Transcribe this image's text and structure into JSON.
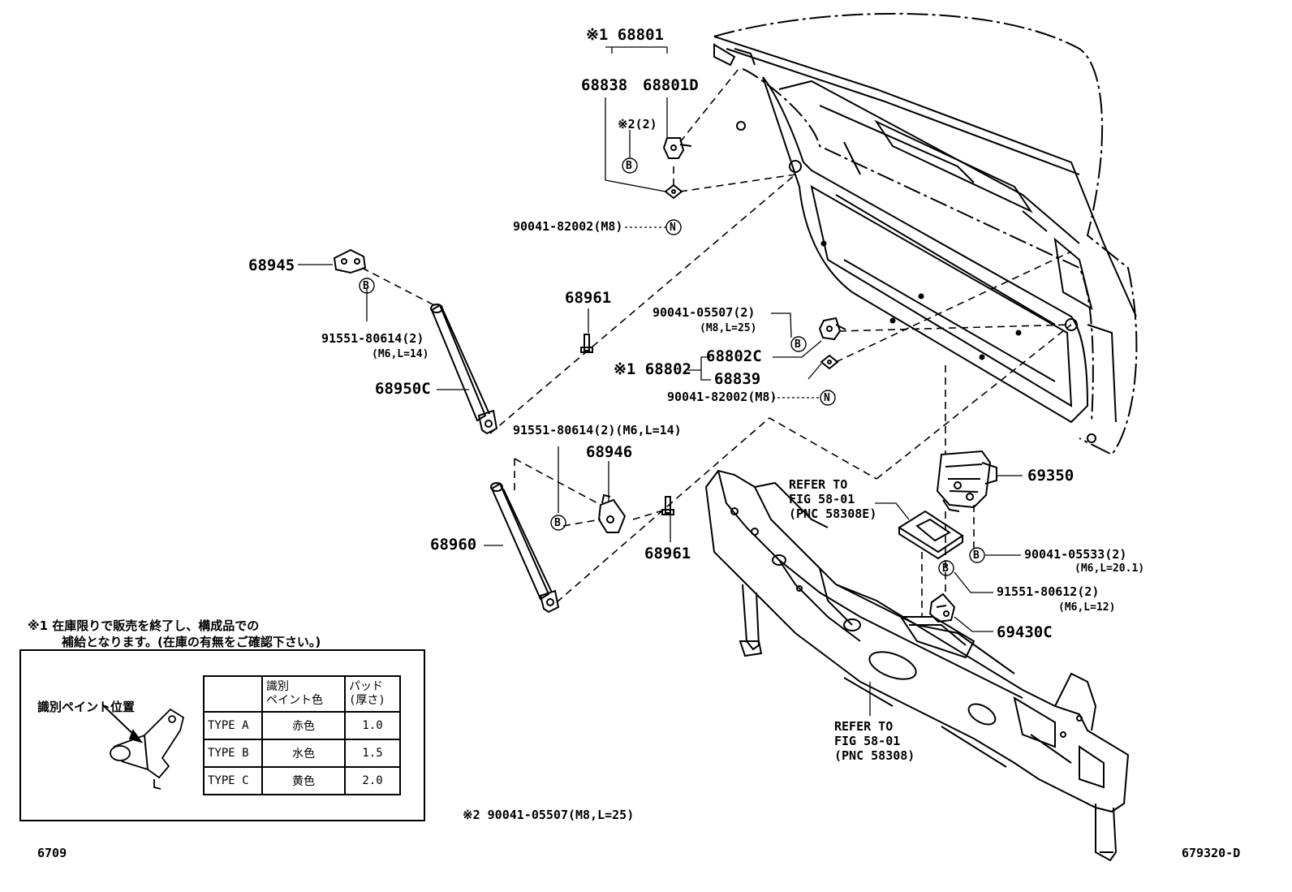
{
  "parts": {
    "p68801": "※1 68801",
    "p68838": "68838",
    "p68801d": "68801D",
    "note2_qty": "※2(2)",
    "p90041_82002_top": "90041-82002(M8)",
    "p68945": "68945",
    "p91551_80614_a": "91551-80614(2)",
    "p91551_80614_a_spec": "(M6,L=14)",
    "p68950c": "68950C",
    "p68961_top": "68961",
    "p90041_05507": "90041-05507(2)",
    "p90041_05507_spec": "(M8,L=25)",
    "p68802": "※1 68802",
    "p68802c": "68802C",
    "p68839": "68839",
    "p90041_82002_mid": "90041-82002(M8)",
    "p91551_80614_b": "91551-80614(2)(M6,L=14)",
    "p68946": "68946",
    "p68960": "68960",
    "p68961_bottom": "68961",
    "p69350": "69350",
    "p90041_05533": "90041-05533(2)",
    "p90041_05533_spec": "(M6,L=20.1)",
    "p91551_80612": "91551-80612(2)",
    "p91551_80612_spec": "(M6,L=12)",
    "p69430c": "69430C"
  },
  "refs": {
    "ref1_l1": "REFER TO",
    "ref1_l2": "FIG 58-01",
    "ref1_l3": "(PNC 58308E)",
    "ref2_l1": "REFER TO",
    "ref2_l2": "FIG 58-01",
    "ref2_l3": "(PNC 58308)"
  },
  "markers": {
    "bolt": "B",
    "nut": "N"
  },
  "notes": {
    "note1_line1": "※1 在庫限りで販売を終了し、構成品での",
    "note1_line2": "補給となります。(在庫の有無をご確認下さい。)",
    "note2": "※2  90041-05507(M8,L=25)",
    "page_left": "6709",
    "page_right": "679320-D"
  },
  "legend": {
    "paint_position_label": "識別ペイント位置",
    "header_col1_l1": "識別",
    "header_col1_l2": "ペイント色",
    "header_col2_l1": "パッド",
    "header_col2_l2": "(厚さ)",
    "rows": [
      {
        "type": "TYPE A",
        "color": "赤色",
        "pad": "1.0"
      },
      {
        "type": "TYPE B",
        "color": "水色",
        "pad": "1.5"
      },
      {
        "type": "TYPE C",
        "color": "黄色",
        "pad": "2.0"
      }
    ]
  }
}
